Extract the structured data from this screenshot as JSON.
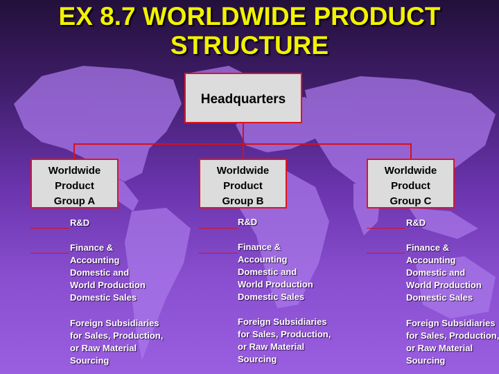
{
  "title": {
    "line1": "EX 8.7 WORLDWIDE PRODUCT",
    "line2": "STRUCTURE"
  },
  "headquarters": "Headquarters",
  "groups": [
    {
      "lines": [
        "Worldwide",
        "Product",
        "Group A"
      ],
      "rnd": "R&D",
      "finance": [
        "Finance &",
        "Accounting",
        "Domestic and",
        "World Production",
        "Domestic Sales"
      ],
      "foreign": [
        "Foreign Subsidiaries",
        "for Sales, Production,",
        "or Raw Material",
        "Sourcing"
      ]
    },
    {
      "lines": [
        "Worldwide",
        "Product",
        "Group B"
      ],
      "rnd": "R&D",
      "finance": [
        "Finance &",
        "Accounting",
        "Domestic and",
        "World Production",
        "Domestic Sales"
      ],
      "foreign": [
        "Foreign Subsidiaries",
        "for Sales, Production,",
        "or Raw Material",
        "Sourcing"
      ]
    },
    {
      "lines": [
        "Worldwide",
        "Product",
        "Group C"
      ],
      "rnd": "R&D",
      "finance": [
        "Finance &",
        "Accounting",
        "Domestic and",
        "World Production",
        "Domestic Sales"
      ],
      "foreign": [
        "Foreign Subsidiaries",
        "for Sales, Production,",
        "or Raw Material",
        "Sourcing"
      ]
    }
  ],
  "colors": {
    "title": "#f2f200",
    "connector": "#d6101a",
    "box_fill": "#dcdcdc",
    "box_border": "#e0151c",
    "map_land": "#a877e8"
  }
}
